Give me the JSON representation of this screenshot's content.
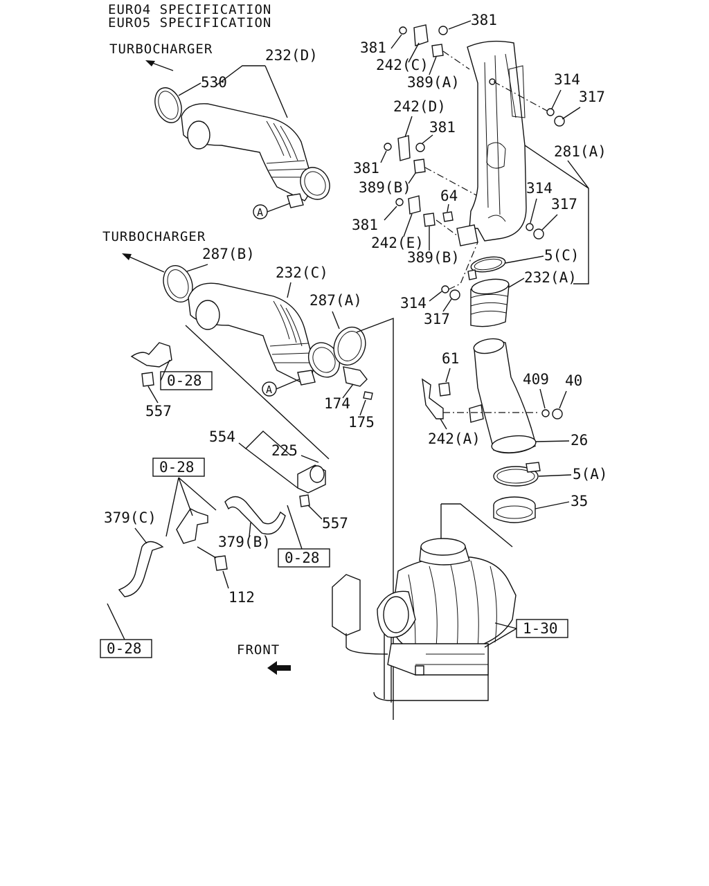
{
  "spec": {
    "line1": "EURO4 SPECIFICATION",
    "line2": "EURO5 SPECIFICATION"
  },
  "directions": {
    "turbo_upper": "TURBOCHARGER",
    "turbo_lower": "TURBOCHARGER",
    "front": "FRONT"
  },
  "callouts": {
    "p232d": "232(D)",
    "p530": "530",
    "p287b": "287(B)",
    "p232c": "232(C)",
    "p287a": "287(A)",
    "p557a": "557",
    "p174": "174",
    "p175": "175",
    "p554": "554",
    "p225": "225",
    "p557b": "557",
    "p379c": "379(C)",
    "p379b": "379(B)",
    "p112": "112",
    "p381a": "381",
    "p381b": "381",
    "p242c": "242(C)",
    "p389a": "389(A)",
    "p242d": "242(D)",
    "p381c": "381",
    "p381d": "381",
    "p389b1": "389(B)",
    "p64": "64",
    "p381e": "381",
    "p242e": "242(E)",
    "p389b2": "389(B)",
    "p314a": "314",
    "p317a": "317",
    "p281a": "281(A)",
    "p314b": "314",
    "p317b": "317",
    "p5c": "5(C)",
    "p232a": "232(A)",
    "p314c": "314",
    "p317c": "317",
    "p61": "61",
    "p409": "409",
    "p40": "40",
    "p242a": "242(A)",
    "p26": "26",
    "p5a": "5(A)",
    "p35": "35"
  },
  "refs": {
    "r028a": "0-28",
    "r028b": "0-28",
    "r028c": "0-28",
    "r028d": "0-28",
    "r130": "1-30"
  },
  "markers": {
    "a1": "A",
    "a2": "A"
  }
}
